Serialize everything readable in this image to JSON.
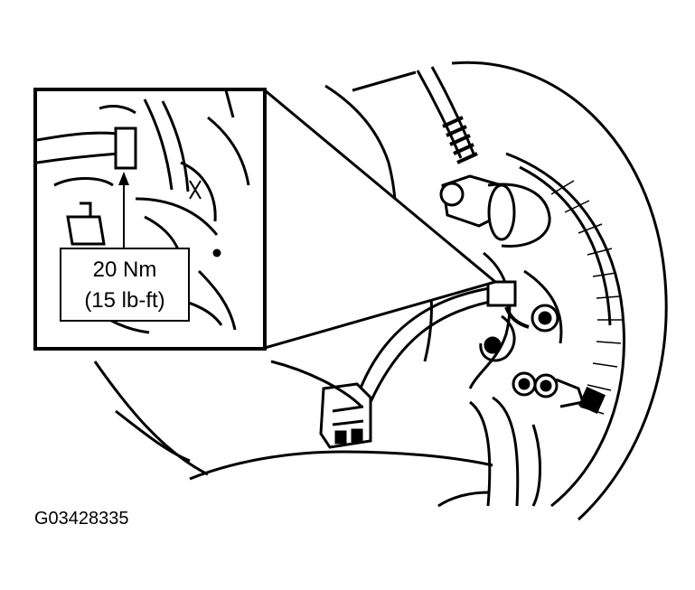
{
  "figure": {
    "callout": {
      "torque_nm": "20 Nm",
      "torque_lbft": "(15 lb-ft)"
    },
    "figure_id": "G03428335"
  }
}
